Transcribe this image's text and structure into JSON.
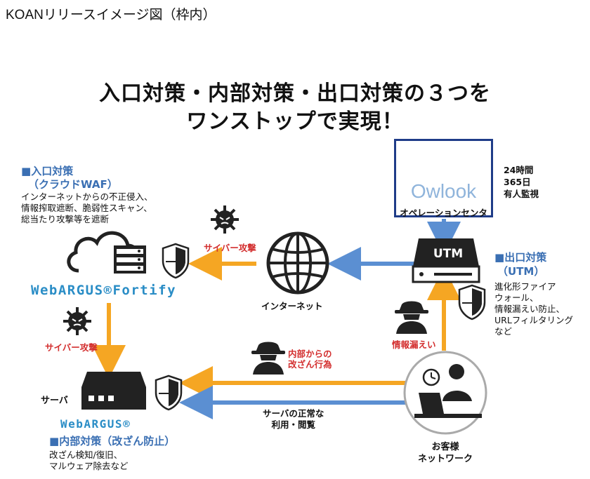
{
  "page_title": "KOANリリースイメージ図（枠内）",
  "headline": {
    "line1": "入口対策・内部対策・出口対策の３つを",
    "line2": "ワンストップで実現！"
  },
  "entrance": {
    "square": "■",
    "title": "入口対策",
    "subtitle": "（クラウドWAF）",
    "desc": [
      "インターネットからの不正侵入、",
      "情報搾取遮断、脆弱性スキャン、",
      "総当たり攻撃等を遮断"
    ]
  },
  "internal": {
    "square": "■",
    "title": "内部対策（改ざん防止）",
    "desc": [
      "改ざん検知/復旧、",
      "マルウェア除去など"
    ]
  },
  "exit": {
    "square": "■",
    "title": "出口対策",
    "subtitle": "（UTM）",
    "desc": [
      "進化形ファイア",
      "ウォール、",
      "情報漏えい防止、",
      "URLフィルタリング",
      "など"
    ]
  },
  "products": {
    "fortify": "WebARGUS®Fortify",
    "webargus": "WebARGUS®"
  },
  "owlook": {
    "brand": "Owlook",
    "center": "オペレーションセンタ",
    "monitor": [
      "24時間",
      "365日",
      "有人監視"
    ]
  },
  "labels": {
    "utm": "UTM",
    "internet": "インターネット",
    "server": "サーバ",
    "customer": [
      "お客様",
      "ネットワーク"
    ],
    "attack_top": "サイバー攻撃",
    "attack_left": "サイバー攻撃",
    "leak": "情報漏えい",
    "tamper": [
      "内部からの",
      "改ざん行為"
    ],
    "normal_use": [
      "サーバの正常な",
      "利用・閲覧"
    ]
  },
  "colors": {
    "orange": "#f5a623",
    "blue": "#5b8fd2",
    "red": "#d32f2f",
    "section_blue": "#3a6fb3",
    "navy": "#1f3c88"
  }
}
